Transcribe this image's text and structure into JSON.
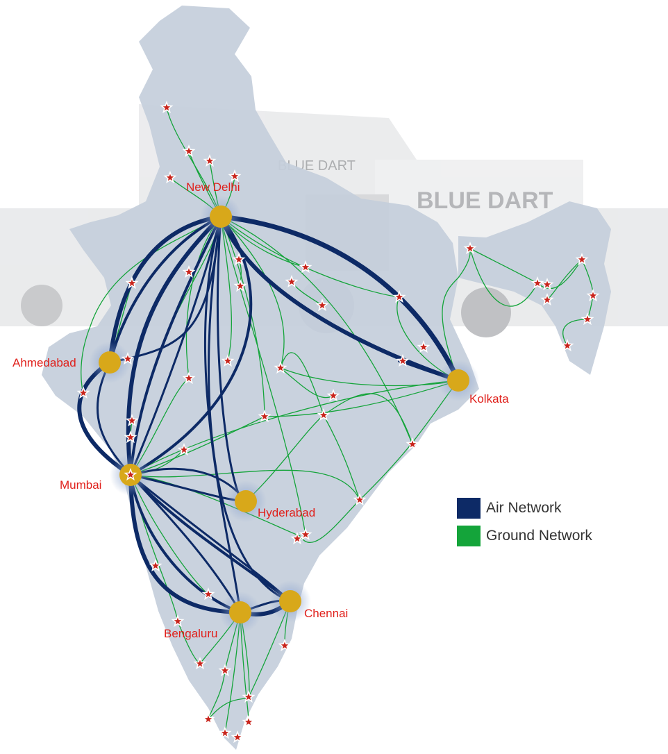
{
  "colors": {
    "air": "#0d2a66",
    "ground": "#14a43a",
    "hub": "#d8a81a",
    "label": "#e0201b",
    "map": "#c4cedb"
  },
  "hubs": [
    {
      "id": "delhi",
      "label": "New Delhi"
    },
    {
      "id": "ahmedabad",
      "label": "Ahmedabad"
    },
    {
      "id": "mumbai",
      "label": "Mumbai"
    },
    {
      "id": "hyderabad",
      "label": "Hyderabad"
    },
    {
      "id": "kolkata",
      "label": "Kolkata"
    },
    {
      "id": "chennai",
      "label": "Chennai"
    },
    {
      "id": "bengaluru",
      "label": "Bengaluru"
    }
  ],
  "background_signage": [
    "BLUE DART",
    "BLUE DART"
  ],
  "legend": {
    "air": {
      "label": "Air Network",
      "color": "#0d2a66"
    },
    "ground": {
      "label": "Ground Network",
      "color": "#14a43a"
    }
  }
}
